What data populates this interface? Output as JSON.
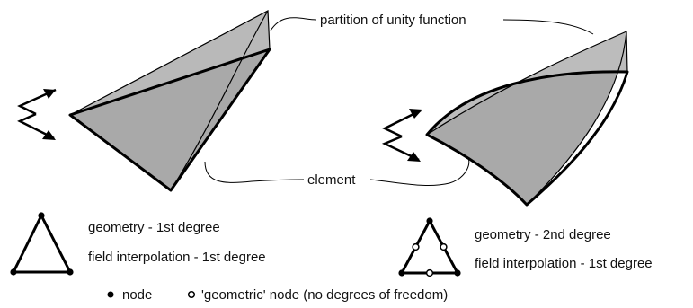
{
  "labels": {
    "partition_of_unity": "partition of unity function",
    "element": "element"
  },
  "left_element": {
    "geometry": "geometry - 1st degree",
    "field_interpolation": "field interpolation - 1st degree"
  },
  "right_element": {
    "geometry": "geometry - 2nd degree",
    "field_interpolation": "field interpolation - 1st degree"
  },
  "legend": {
    "node": "node",
    "geometric_node": "'geometric' node (no degrees of freedom)"
  },
  "colors": {
    "surface_fill": "#a9a9a9",
    "stroke": "#000000",
    "text": "#111111"
  }
}
